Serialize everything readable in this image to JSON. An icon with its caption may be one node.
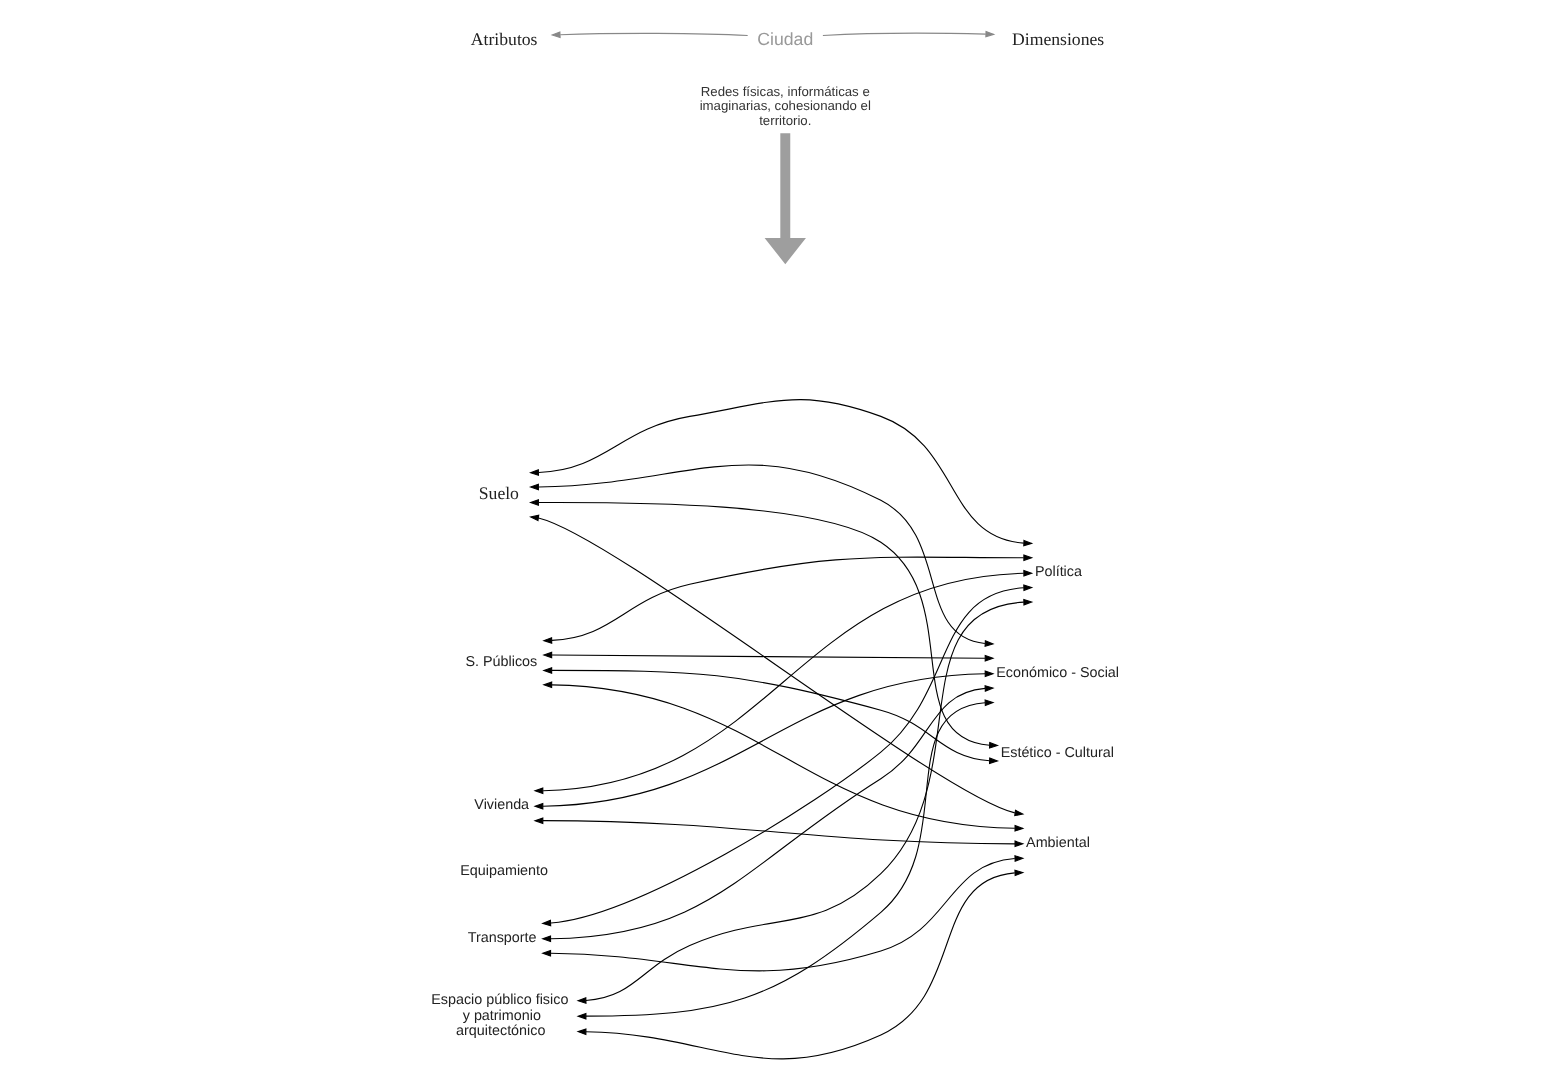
{
  "diagram": {
    "nodes": [
      {
        "text": [
          "Ciudad"
        ]
      },
      {
        "text": [
          "Atributos"
        ]
      },
      {
        "text": [
          "Dimensiones"
        ]
      },
      {
        "text": [
          "Redes físicas, informáticas e imaginarias, cohesionando el territorio."
        ]
      },
      {
        "text": [
          "Suelo"
        ]
      },
      {
        "text": [
          "S. Públicos"
        ]
      },
      {
        "text": [
          "Vivienda"
        ]
      },
      {
        "text": [
          "Equipamiento"
        ]
      },
      {
        "text": [
          "Transporte"
        ]
      },
      {
        "text": [
          "Espacio público fisico y patrimonio arquitectónico"
        ]
      },
      {
        "text": [
          "Política"
        ]
      },
      {
        "text": [
          "Económico - Social"
        ]
      },
      {
        "text": [
          "Estético - Cultural"
        ]
      },
      {
        "text": [
          "Ambiental"
        ]
      }
    ],
    "edges": [
      {
        "from": 0,
        "to": 1,
        "arrow": "to",
        "color": "#888888"
      },
      {
        "from": 0,
        "to": 2,
        "arrow": "to",
        "color": "#888888"
      },
      {
        "from": 3,
        "to": null,
        "arrow": "to",
        "style": "thick",
        "color": "#9e9e9e"
      },
      {
        "from": 4,
        "to": 10,
        "arrow": "both"
      },
      {
        "from": 4,
        "to": 11,
        "arrow": "both"
      },
      {
        "from": 4,
        "to": 12,
        "arrow": "both"
      },
      {
        "from": 4,
        "to": 13,
        "arrow": "both"
      },
      {
        "from": 5,
        "to": 10,
        "arrow": "both"
      },
      {
        "from": 5,
        "to": 11,
        "arrow": "both"
      },
      {
        "from": 5,
        "to": 12,
        "arrow": "both"
      },
      {
        "from": 5,
        "to": 13,
        "arrow": "both"
      },
      {
        "from": 6,
        "to": 10,
        "arrow": "both"
      },
      {
        "from": 6,
        "to": 11,
        "arrow": "both"
      },
      {
        "from": 6,
        "to": 13,
        "arrow": "both"
      },
      {
        "from": 8,
        "to": 10,
        "arrow": "both"
      },
      {
        "from": 8,
        "to": 11,
        "arrow": "both"
      },
      {
        "from": 8,
        "to": 13,
        "arrow": "both"
      },
      {
        "from": 9,
        "to": 10,
        "arrow": "both"
      },
      {
        "from": 9,
        "to": 11,
        "arrow": "both"
      },
      {
        "from": 9,
        "to": 13,
        "arrow": "both"
      }
    ]
  }
}
